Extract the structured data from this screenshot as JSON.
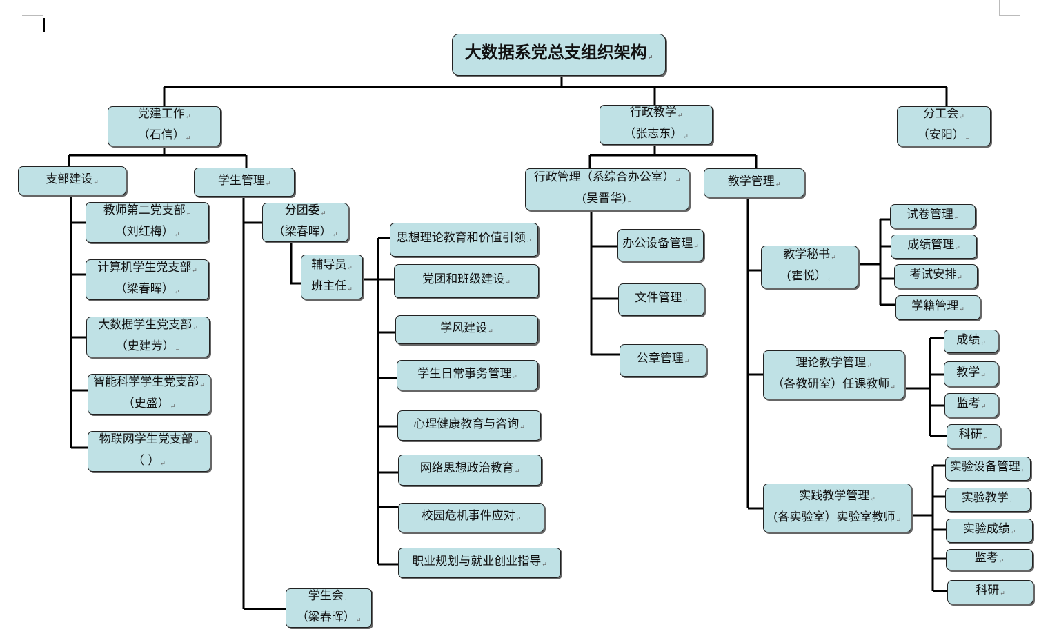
{
  "org": {
    "title": "大数据系党总支组织架构",
    "branch_party": {
      "name": "党建工作",
      "person": "（石信）"
    },
    "branch_admin": {
      "name": "行政教学",
      "person": "（张志东）"
    },
    "branch_union": {
      "name": "分工会",
      "person": "（安阳）"
    },
    "zhibu": {
      "name": "支部建设",
      "items": [
        {
          "name": "教师第二党支部",
          "person": "（刘红梅）"
        },
        {
          "name": "计算机学生党支部",
          "person": "（梁春晖）"
        },
        {
          "name": "大数据学生党支部",
          "person": "（史建芳）"
        },
        {
          "name": "智能科学学生党支部",
          "person": "（史盛）"
        },
        {
          "name": "物联网学生党支部",
          "person": "（ ）"
        }
      ]
    },
    "student_mgmt": {
      "name": "学生管理",
      "youth_league": {
        "name": "分团委",
        "person": "（梁春晖）"
      },
      "counselor": {
        "line1": "辅导员",
        "line2": "班主任"
      },
      "student_union": {
        "name": "学生会",
        "person": "（梁春晖）"
      },
      "duties": [
        "思想理论教育和价值引领",
        "党团和班级建设",
        "学风建设",
        "学生日常事务管理",
        "心理健康教育与咨询",
        "网络思想政治教育",
        "校园危机事件应对",
        "职业规划与就业创业指导"
      ]
    },
    "admin_mgmt": {
      "name": "行政管理（系综合办公室）",
      "person": "(吴晋华)",
      "items": [
        "办公设备管理",
        "文件管理",
        "公章管理"
      ]
    },
    "teaching_mgmt": {
      "name": "教学管理",
      "secretary": {
        "name": "教学秘书",
        "person": "(霍悦）",
        "items": [
          "试卷管理",
          "成绩管理",
          "考试安排",
          "学籍管理"
        ]
      },
      "theory": {
        "line1": "理论教学管理",
        "line2": "（各教研室）任课教师",
        "items": [
          "成绩",
          "教学",
          "监考",
          "科研"
        ]
      },
      "practice": {
        "line1": "实践教学管理",
        "line2": "(各实验室）实验室教师",
        "items": [
          "实验设备管理",
          "实验教学",
          "实验成绩",
          "监考",
          "科研"
        ]
      }
    }
  }
}
